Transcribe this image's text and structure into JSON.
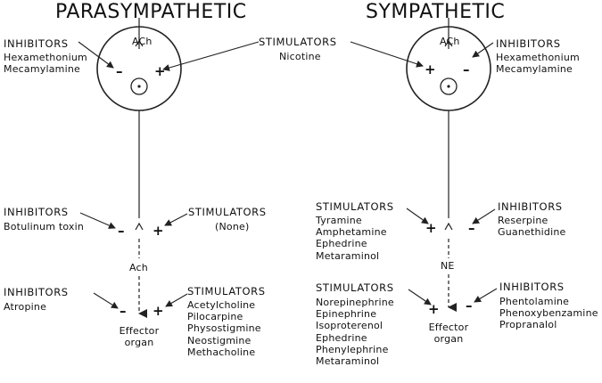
{
  "titles": {
    "para": "PARASYMPATHETIC",
    "symp": "SYMPATHETIC"
  },
  "ganglion": {
    "para_transmitter": "ACh",
    "symp_transmitter": "ACh",
    "inhibitors_label_para": "INHIBITORS",
    "inhibitors_para": [
      "Hexamethonium",
      "Mecamylamine"
    ],
    "inhibitors_label_symp": "INHIBITORS",
    "inhibitors_symp": [
      "Hexamethonium",
      "Mecamylamine"
    ],
    "stimulators_label": "STIMULATORS",
    "stimulators": [
      "Nicotine"
    ]
  },
  "para_release": {
    "inhibitors_label": "INHIBITORS",
    "inhibitors": [
      "Botulinum toxin"
    ],
    "stimulators_label": "STIMULATORS",
    "stimulators": [
      "(None)"
    ]
  },
  "para_receptor": {
    "transmitter": "Ach",
    "inhibitors_label": "INHIBITORS",
    "inhibitors": [
      "Atropine"
    ],
    "stimulators_label": "STIMULATORS",
    "stimulators": [
      "Acetylcholine",
      "Pilocarpine",
      "Physostigmine",
      "Neostigmine",
      "Methacholine"
    ],
    "effector": [
      "Effector",
      "organ"
    ]
  },
  "symp_release": {
    "stimulators_label": "STIMULATORS",
    "stimulators": [
      "Tyramine",
      "Amphetamine",
      "Ephedrine",
      "Metaraminol"
    ],
    "inhibitors_label": "INHIBITORS",
    "inhibitors": [
      "Reserpine",
      "Guanethidine"
    ]
  },
  "symp_receptor": {
    "transmitter": "NE",
    "stimulators_label": "STIMULATORS",
    "stimulators": [
      "Norepinephrine",
      "Epinephrine",
      "Isoproterenol",
      "Ephedrine",
      "Phenylephrine",
      "Metaraminol"
    ],
    "inhibitors_label": "INHIBITORS",
    "inhibitors": [
      "Phentolamine",
      "Phenoxybenzamine",
      "Propranalol"
    ],
    "effector": [
      "Effector",
      "organ"
    ]
  },
  "signs": {
    "plus": "+",
    "minus": "–"
  }
}
